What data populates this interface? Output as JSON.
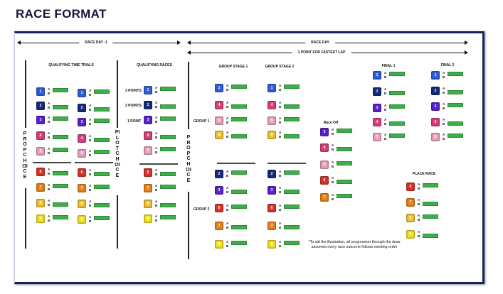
{
  "title": "RACE FORMAT",
  "arrows": {
    "race_day_minus_1": "RACE DAY -1",
    "race_day": "RACE DAY",
    "fastest_lap": "1 POINT FOR FASTEST LAP"
  },
  "headers": {
    "qualifying_time_trials": "QUALIFYING TIME TRIALS",
    "qualifying_races": "QUALIFYING RACES",
    "group_stage_1": "GROUP STAGE 1",
    "group_stage_2": "GROUP STAGE 2",
    "race_off": "Race Off",
    "final_1": "FINAL 1",
    "final_2": "FINAL 2",
    "place_race": "PLACE RACE"
  },
  "side_labels": {
    "points_3": "3 POINTS",
    "points_2": "2 POINTS",
    "point_1": "1 POINT",
    "group_1": "GROUP 1",
    "group_2": "GROUP 2"
  },
  "vertical_labels": {
    "propchoice": "PROPCHOICE",
    "pilotchoice": "PILOTCHOICE"
  },
  "heat_letters": [
    "A",
    "B"
  ],
  "seed_colors": {
    "1": "#2f5fd8",
    "2": "#172a7c",
    "3": "#5a22d0",
    "4": "#d8407c",
    "5": "#e9a3bd",
    "6": "#d8352a",
    "7": "#e8821e",
    "8": "#f0c232",
    "9": "#f3e11f"
  },
  "columns": [
    {
      "id": "qtt1",
      "seeds": [
        1,
        2,
        3,
        4,
        5,
        6,
        7,
        8,
        9
      ]
    },
    {
      "id": "qtt2",
      "seeds": [
        1,
        2,
        3,
        4,
        5,
        6,
        7,
        8,
        9
      ]
    },
    {
      "id": "qr",
      "seeds": [
        1,
        2,
        3,
        4,
        5,
        6,
        7,
        8,
        9
      ]
    },
    {
      "id": "gs1",
      "seeds": [
        1,
        4,
        5,
        8,
        2,
        3,
        6,
        7,
        9
      ]
    },
    {
      "id": "gs2",
      "seeds": [
        1,
        4,
        5,
        8,
        2,
        3,
        6,
        7,
        9
      ]
    },
    {
      "id": "raceoff",
      "seeds": [
        3,
        4,
        5,
        6,
        7
      ]
    },
    {
      "id": "final1",
      "seeds": [
        1,
        2,
        3,
        4,
        5
      ]
    },
    {
      "id": "final2",
      "seeds": [
        1,
        2,
        3,
        4,
        5
      ]
    },
    {
      "id": "place",
      "seeds": [
        6,
        7,
        8,
        9
      ]
    }
  ],
  "footnote": "*To aid the illustration, all progression through the draw assumes every race outcome follows seeding order"
}
